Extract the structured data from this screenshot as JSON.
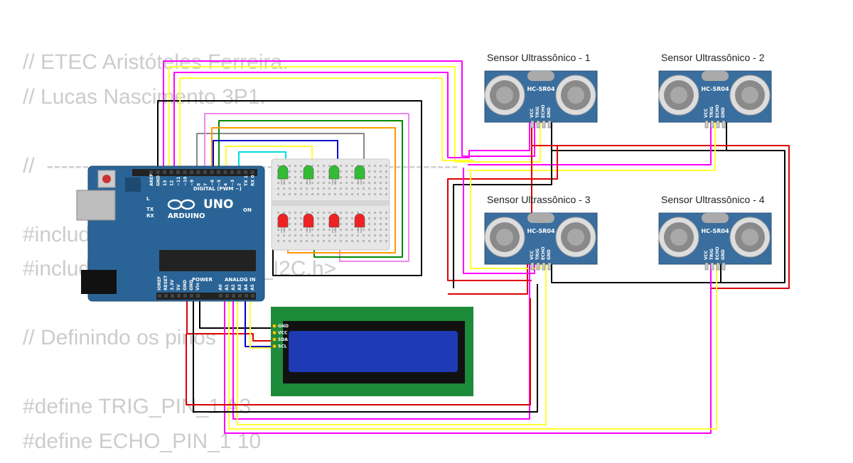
{
  "code_lines": [
    "// ETEC Aristóteles Ferreira.",
    "// Lucas Nascimento 3P1.",
    "",
    "//  ----------------------------------------------------------",
    "",
    "#include",
    "#include                        al_I2C.h>",
    "",
    "// Definindo os pinos                                 co.",
    "",
    "#define TRIG_PIN_1 A3",
    "#define ECHO_PIN_1 10"
  ],
  "sensors": [
    {
      "title": "Sensor Ultrassônico - 1"
    },
    {
      "title": "Sensor Ultrassônico - 2"
    },
    {
      "title": "Sensor Ultrassônico - 3"
    },
    {
      "title": "Sensor Ultrassônico - 4"
    }
  ],
  "sensor_model": "HC-SR04",
  "sensor_pins": [
    "VCC",
    "TRIG",
    "ECHO",
    "GND"
  ],
  "arduino": {
    "logo": "ARDUINO",
    "model": "UNO",
    "digital_label": "DIGITAL (PWM ~)",
    "digital_pins": [
      "AREF",
      "GND",
      "13",
      "12",
      "~11",
      "~10",
      "~9",
      "8",
      "7",
      "~6",
      "~5",
      "4",
      "~3",
      "2",
      "TX 1",
      "RX 0"
    ],
    "indicators": [
      "L",
      "TX",
      "RX"
    ],
    "on_label": "ON",
    "power_label": "POWER",
    "power_pins": [
      "IOREF",
      "RESET",
      "3.3V",
      "5V",
      "GND",
      "GND",
      "Vin"
    ],
    "analog_label": "ANALOG IN",
    "analog_pins": [
      "A0",
      "A1",
      "A2",
      "A3",
      "A4",
      "A5"
    ]
  },
  "lcd": {
    "pins": [
      "GND",
      "VCC",
      "SDA",
      "SCL"
    ]
  },
  "colors": {
    "arduino": "#2a6496",
    "sensor": "#3a6e9e",
    "lcd_board": "#1e8b3a",
    "lcd_screen": "#1e3ab4",
    "wire_magenta": "#ff00ff",
    "wire_yellow": "#ffff33",
    "wire_black": "#000000",
    "wire_red": "#dd0000",
    "wire_green": "#008800",
    "wire_orange": "#ff9900",
    "wire_blue": "#0000cc",
    "wire_cyan": "#00dddd",
    "wire_gray": "#888888",
    "wire_pink": "#ee88ee",
    "led_green": "#33bb33",
    "led_red": "#ee2222"
  }
}
